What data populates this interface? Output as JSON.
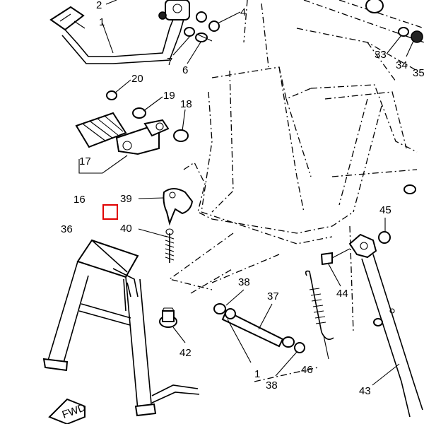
{
  "callouts": [
    {
      "id": "c2",
      "text": "2"
    },
    {
      "id": "c1a",
      "text": "1"
    },
    {
      "id": "c4",
      "text": "4"
    },
    {
      "id": "c7",
      "text": "7"
    },
    {
      "id": "c6",
      "text": "6"
    },
    {
      "id": "c33",
      "text": "33"
    },
    {
      "id": "c34",
      "text": "34"
    },
    {
      "id": "c35",
      "text": "35"
    },
    {
      "id": "c20",
      "text": "20"
    },
    {
      "id": "c19",
      "text": "19"
    },
    {
      "id": "c18",
      "text": "18"
    },
    {
      "id": "c17",
      "text": "17"
    },
    {
      "id": "c16",
      "text": "16"
    },
    {
      "id": "c39",
      "text": "39"
    },
    {
      "id": "c40",
      "text": "40"
    },
    {
      "id": "c36",
      "text": "36"
    },
    {
      "id": "c45",
      "text": "45"
    },
    {
      "id": "c44",
      "text": "44"
    },
    {
      "id": "c38a",
      "text": "38"
    },
    {
      "id": "c37",
      "text": "37"
    },
    {
      "id": "c42",
      "text": "42"
    },
    {
      "id": "c46",
      "text": "46"
    },
    {
      "id": "c1b",
      "text": "1"
    },
    {
      "id": "c38b",
      "text": "38"
    },
    {
      "id": "c43",
      "text": "43"
    }
  ],
  "fwd_mark": "FWD",
  "highlight_color": "#e00000"
}
